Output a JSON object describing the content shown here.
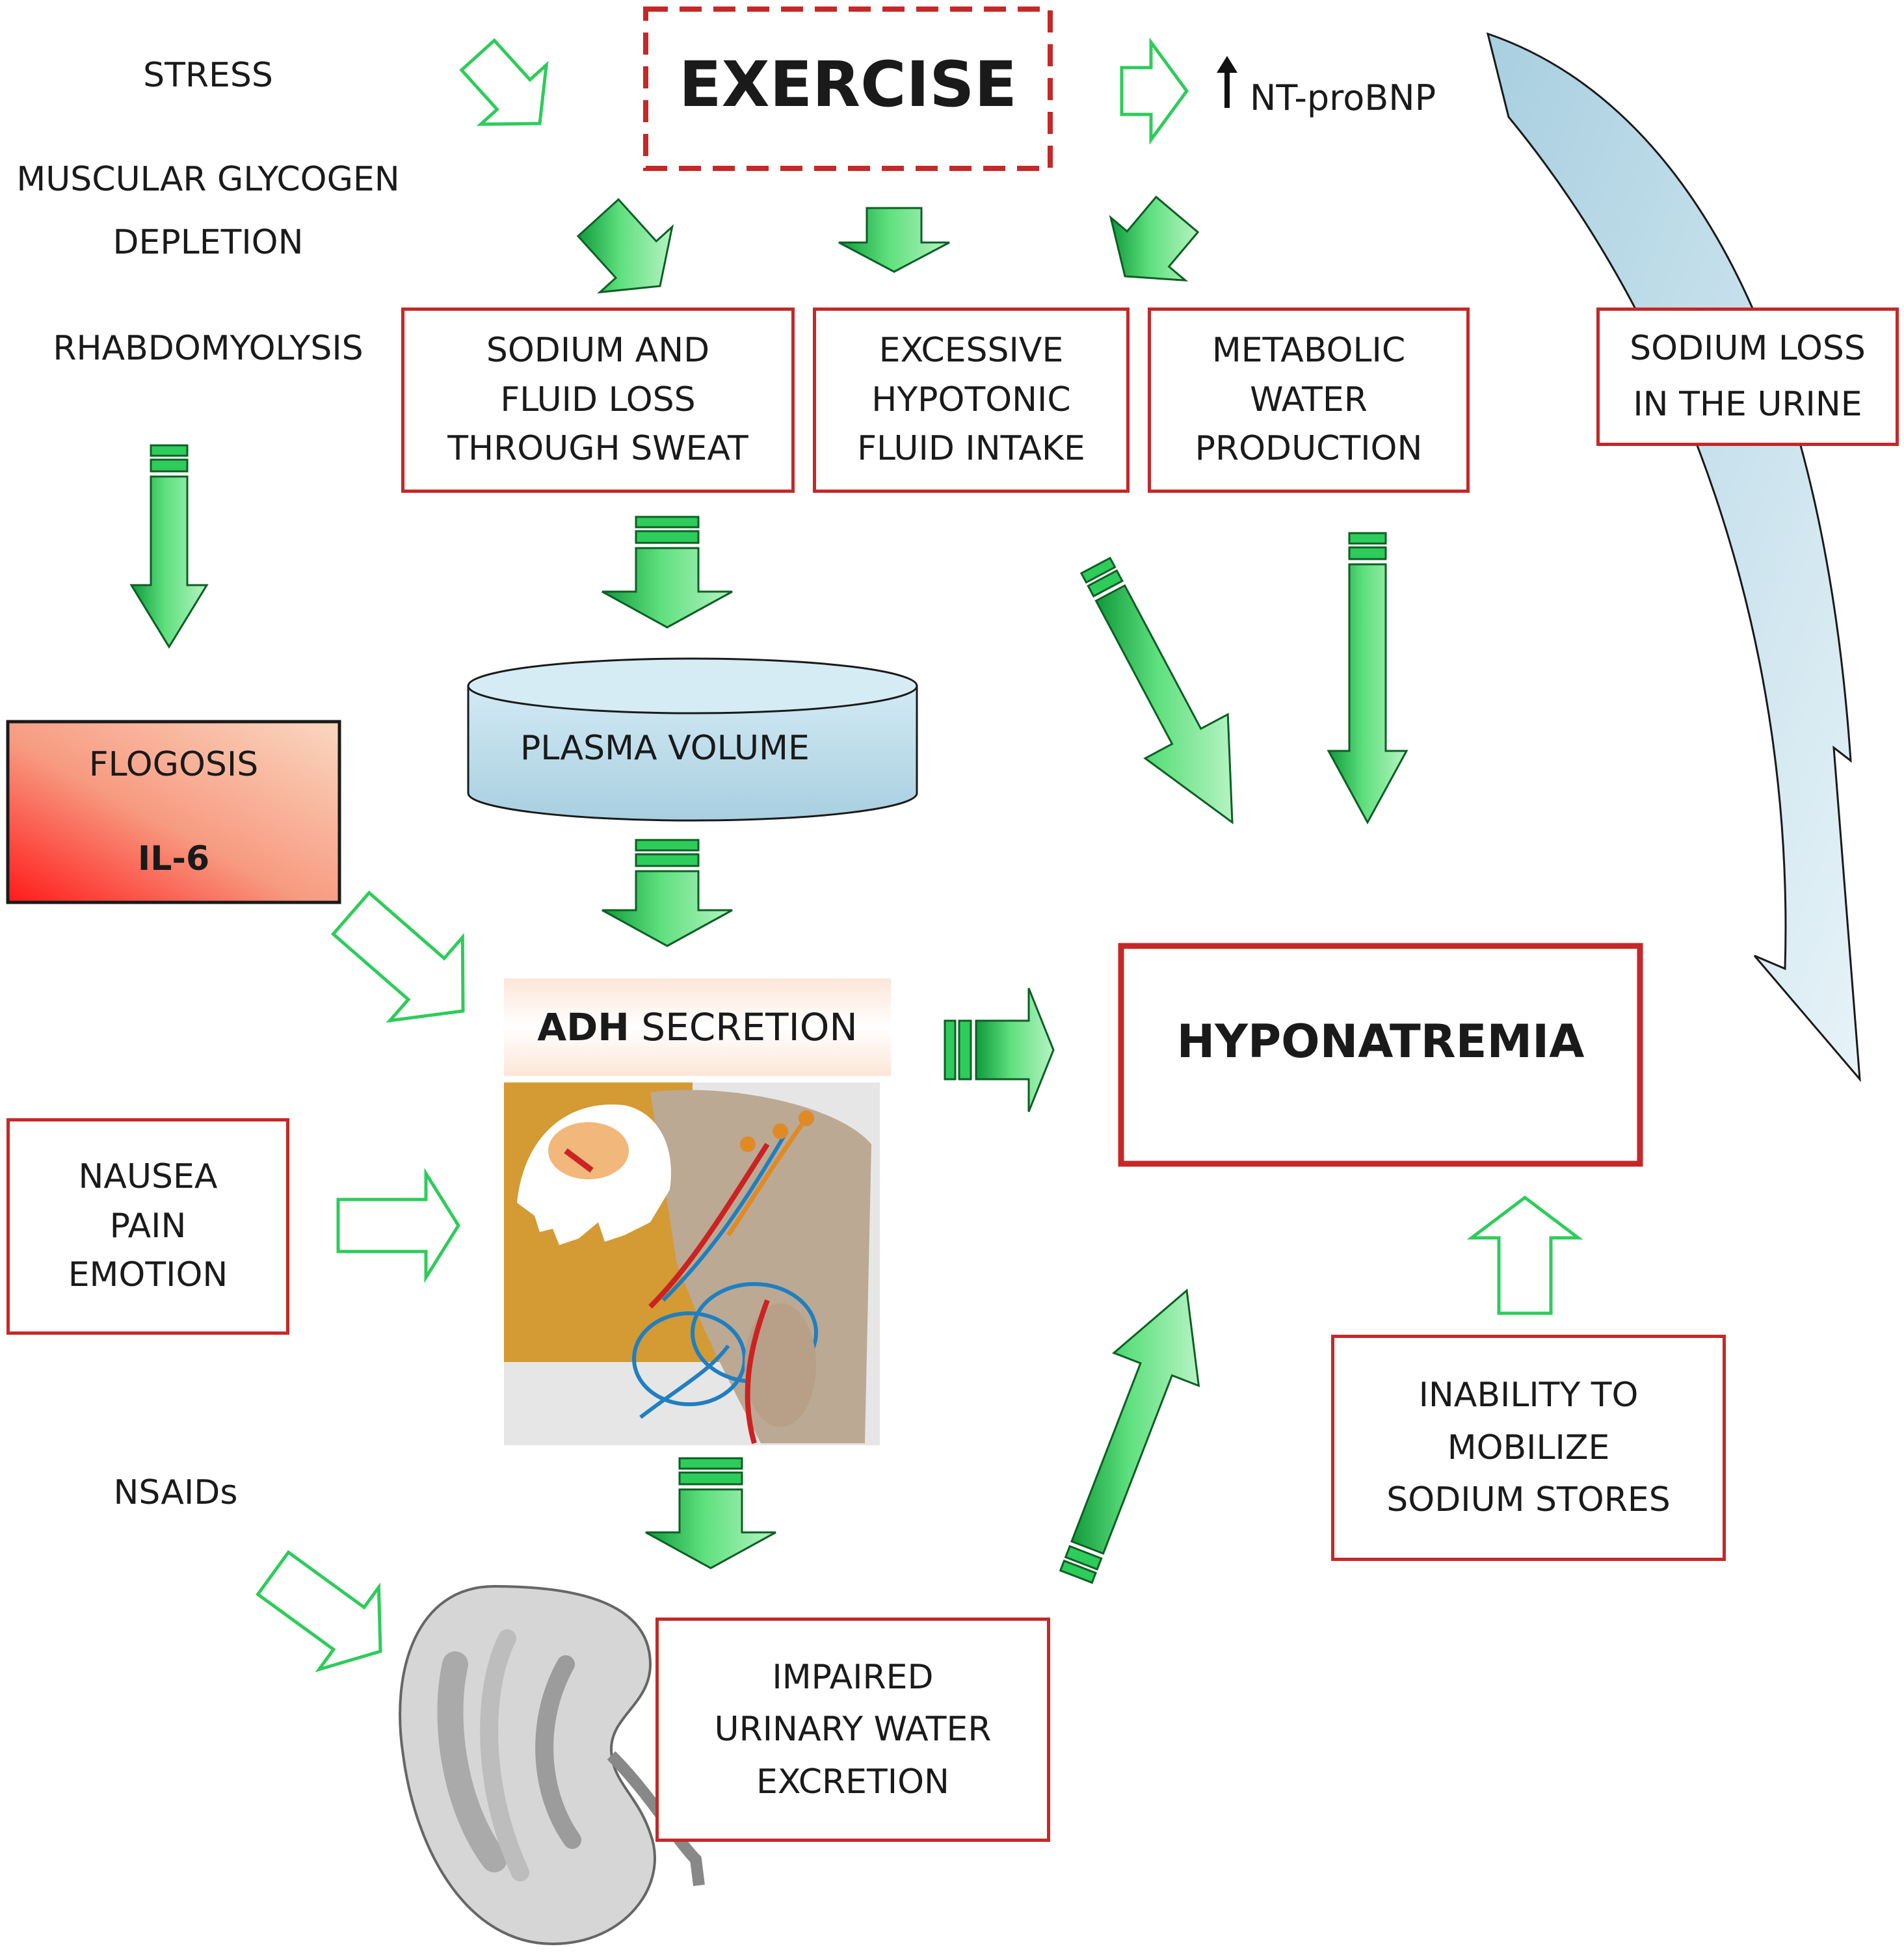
{
  "exercise": "EXERCISE",
  "ntprobnp": "NT-proBNP",
  "left_factors": {
    "stress": "STRESS",
    "glycogen_line1": "MUSCULAR GLYCOGEN",
    "glycogen_line2": "DEPLETION",
    "rhabdo": "RHABDOMYOLYSIS"
  },
  "boxes": {
    "sweat": [
      "SODIUM AND",
      "FLUID LOSS",
      "THROUGH SWEAT"
    ],
    "intake": [
      "EXCESSIVE",
      "HYPOTONIC",
      "FLUID INTAKE"
    ],
    "metabolic": [
      "METABOLIC",
      "WATER",
      "PRODUCTION"
    ],
    "urine": [
      "SODIUM LOSS",
      "IN THE URINE"
    ],
    "nausea": [
      "NAUSEA",
      "PAIN",
      "EMOTION"
    ],
    "mobilize": [
      "INABILITY TO",
      "MOBILIZE",
      "SODIUM STORES"
    ],
    "impaired": [
      "IMPAIRED",
      "URINARY WATER",
      "EXCRETION"
    ]
  },
  "flogosis": {
    "title": "FLOGOSIS",
    "marker": "IL-6"
  },
  "plasma": "PLASMA VOLUME",
  "adh": {
    "bold": "ADH",
    "rest": " SECRETION"
  },
  "hyponatremia": "HYPONATREMIA",
  "nsaids": "NSAIDs",
  "colors": {
    "green": "#2ecc5a",
    "red": "#c62828",
    "blue": "#b5d7e6"
  }
}
